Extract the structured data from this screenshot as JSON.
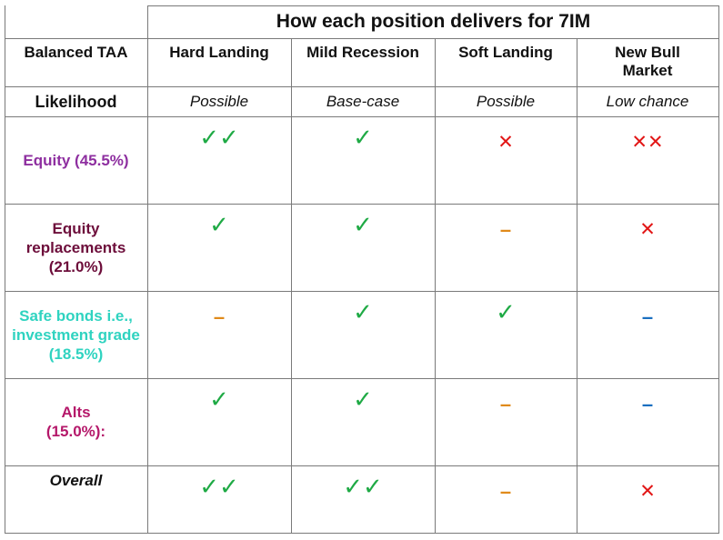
{
  "title": "How each position delivers for 7IM",
  "columns": [
    "Balanced TAA",
    "Hard Landing",
    "Mild Recession",
    "Soft Landing",
    "New Bull Market"
  ],
  "likelihood": {
    "label": "Likelihood",
    "values": [
      "Possible",
      "Base-case",
      "Possible",
      "Low chance"
    ]
  },
  "rows": [
    {
      "label": "Equity (45.5%)",
      "color": "#8e2fa0",
      "cells": [
        {
          "kind": "tick",
          "text": "✓✓"
        },
        {
          "kind": "tick",
          "text": "✓"
        },
        {
          "kind": "cross",
          "text": "✕"
        },
        {
          "kind": "cross",
          "text": "✕✕"
        }
      ]
    },
    {
      "label": "Equity replacements (21.0%)",
      "color": "#6d0e3b",
      "cells": [
        {
          "kind": "tick",
          "text": "✓"
        },
        {
          "kind": "tick",
          "text": "✓"
        },
        {
          "kind": "dash-o",
          "text": "–"
        },
        {
          "kind": "cross",
          "text": "✕"
        }
      ]
    },
    {
      "label": "Safe bonds i.e., investment grade (18.5%)",
      "color": "#2fd3c0",
      "cells": [
        {
          "kind": "dash-o",
          "text": "–"
        },
        {
          "kind": "tick",
          "text": "✓"
        },
        {
          "kind": "tick",
          "text": "✓"
        },
        {
          "kind": "dash-b",
          "text": "–"
        }
      ]
    },
    {
      "label": "Alts (15.0%):",
      "color": "#b5186a",
      "cells": [
        {
          "kind": "tick",
          "text": "✓"
        },
        {
          "kind": "tick",
          "text": "✓"
        },
        {
          "kind": "dash-o",
          "text": "–"
        },
        {
          "kind": "dash-b",
          "text": "–"
        }
      ]
    },
    {
      "label": "Overall",
      "color": "#111111",
      "cells": [
        {
          "kind": "tick",
          "text": "✓✓"
        },
        {
          "kind": "tick",
          "text": "✓✓"
        },
        {
          "kind": "dash-o",
          "text": "–"
        },
        {
          "kind": "cross",
          "text": "✕"
        }
      ]
    }
  ]
}
